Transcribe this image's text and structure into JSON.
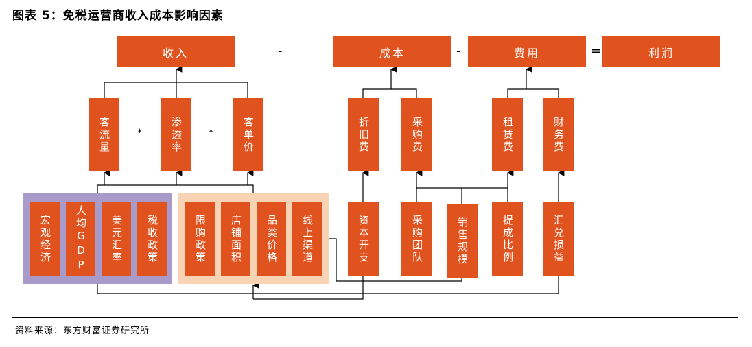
{
  "figure_title": "图表 5：免税运营商收入成本影响因素",
  "source": "资料来源：东方财富证券研究所",
  "colors": {
    "box": "#e0531f",
    "macro_panel": "#a99bc9",
    "store_panel": "#f9d4b4",
    "line": "#000000"
  },
  "top_row": {
    "revenue": "收入",
    "minus1": "-",
    "cost": "成本",
    "minus2": "-",
    "expense": "费用",
    "equals": "=",
    "profit": "利润"
  },
  "revenue_factors": {
    "traffic": "客流量",
    "times1": "*",
    "penetration": "渗透率",
    "times2": "*",
    "unit_price": "客单价"
  },
  "cost_factors": {
    "depreciation": "折旧费",
    "procurement": "采购费"
  },
  "expense_factors": {
    "rent": "租赁费",
    "finance": "财务费"
  },
  "macro_factors": [
    "宏观经济",
    "人均GDP",
    "美元汇率",
    "税收政策"
  ],
  "store_factors": [
    "限购政策",
    "店铺面积",
    "品类价格",
    "线上渠道"
  ],
  "bottom_factors": {
    "capex": "资本开支",
    "purchase_group": "采购团队",
    "sales_scale": "销售规模",
    "commission": "提成比例",
    "fx_gain_loss": "汇兑损益"
  }
}
